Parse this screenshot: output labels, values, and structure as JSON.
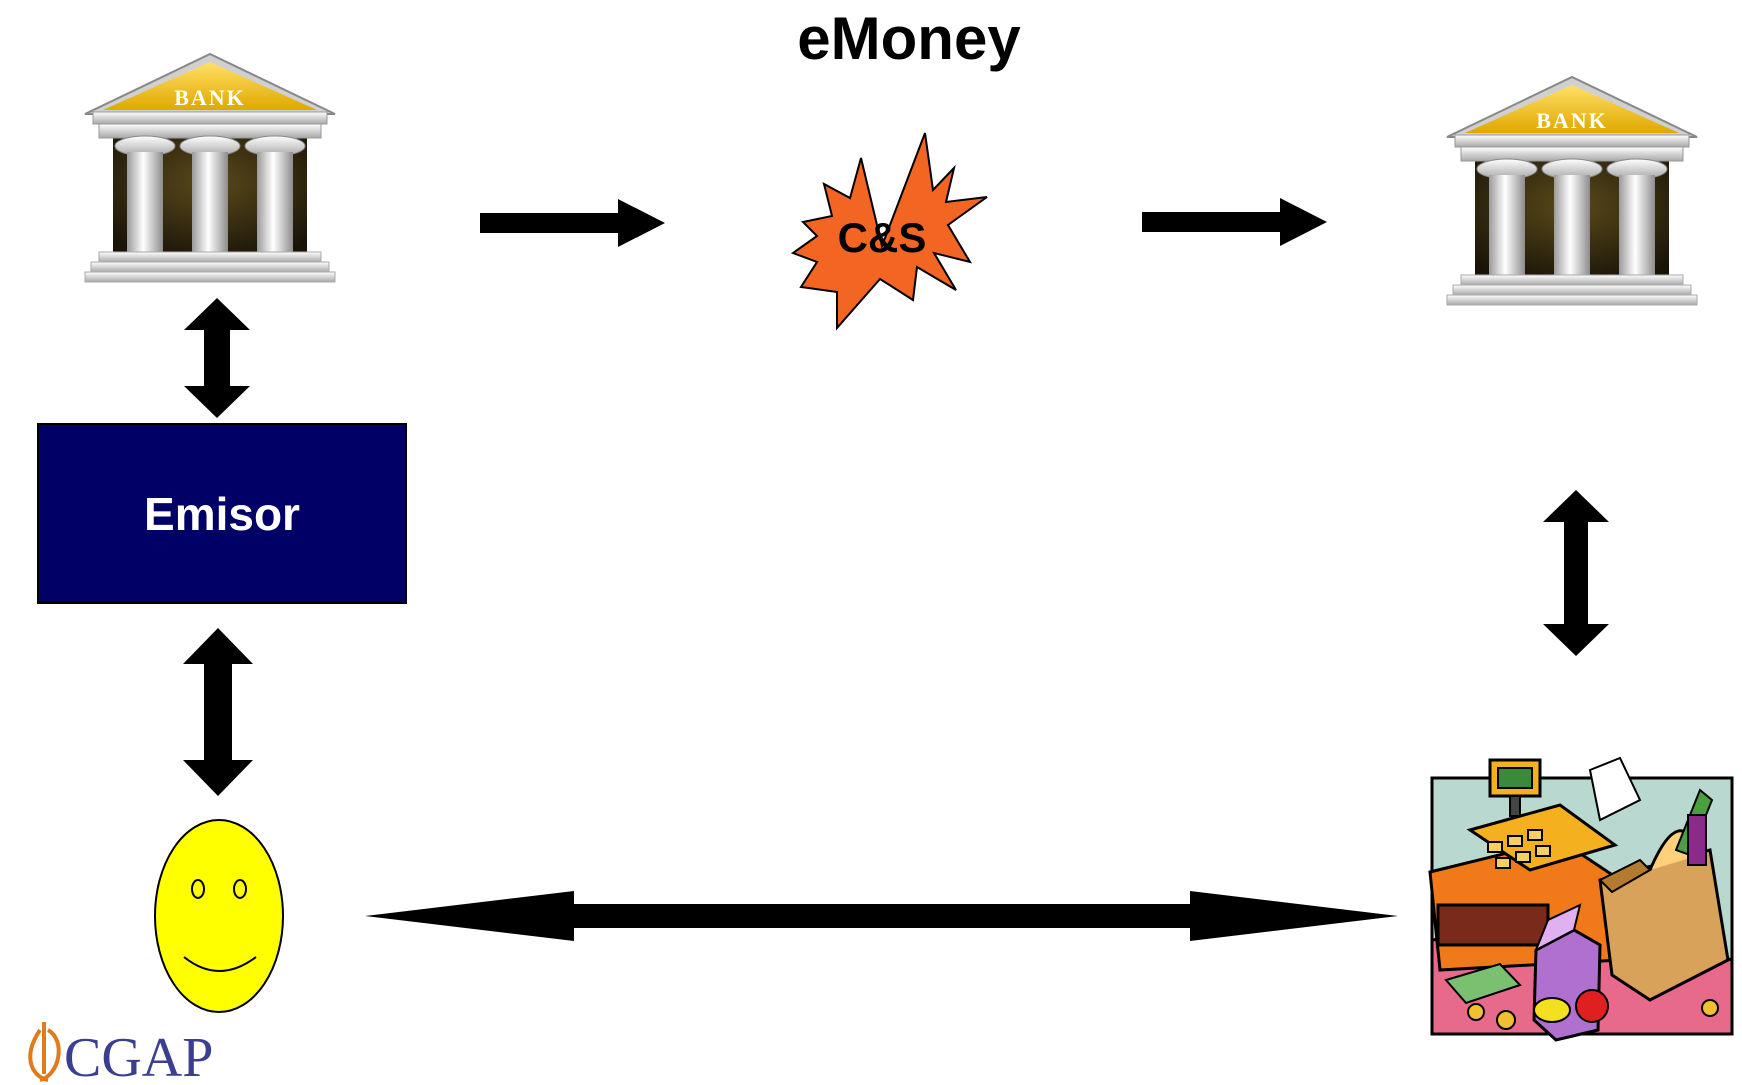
{
  "diagram": {
    "title": "eMoney",
    "emisor_label": "Emisor",
    "clearing_label": "C&S",
    "bank_left_sign": "BANK",
    "bank_right_sign": "BANK",
    "logo_text": "CGAP"
  },
  "colors": {
    "emisor_box": "#000066",
    "starburst": "#f26522",
    "bank_roof": "#f5c000",
    "smiley": "#ffff00",
    "logo": "#3a3f8f",
    "logo_mark": "#e07a1f"
  },
  "icons": [
    "bank-icon",
    "starburst-icon",
    "smiley-face-icon",
    "merchant-store-icon",
    "cgap-logo-mark"
  ]
}
